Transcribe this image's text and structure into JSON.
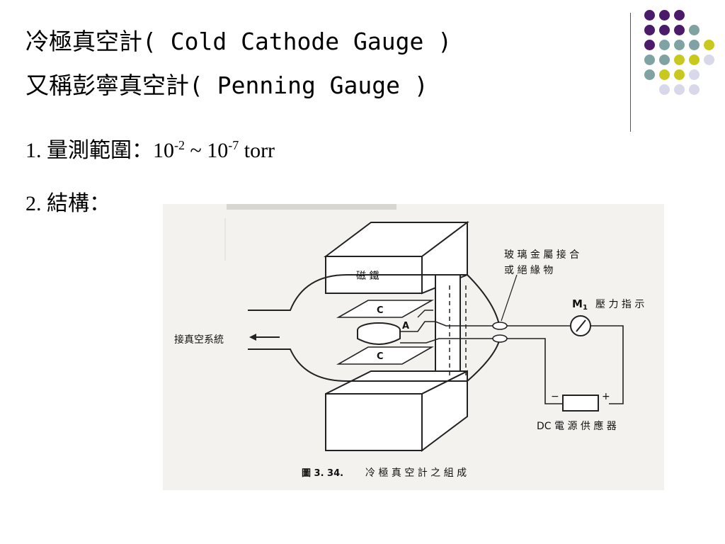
{
  "title": {
    "line1": "冷極真空計( Cold Cathode Gauge )",
    "line2": "又稱彭寧真空計( Penning Gauge )"
  },
  "bullets": {
    "range": {
      "prefix": "1. 量測範圍：10",
      "exp1": "-2",
      "mid": " ~ 10",
      "exp2": "-7",
      "unit": " torr"
    },
    "structure": "2. 結構："
  },
  "figure": {
    "labels": {
      "magnet": "磁 鐵",
      "cathode_top": "C",
      "cathode_bottom": "C",
      "anode": "A",
      "vacuum_system": "接真空系統",
      "glass_metal_seal_1": "玻 璃 金 屬 接 合",
      "glass_metal_seal_2": "或 絕 緣 物",
      "m1": "M",
      "m1_sub": "1",
      "pressure_indicator": "壓 力 指 示",
      "minus": "−",
      "plus": "+",
      "dc_supply": "DC 電 源 供 應 器",
      "caption_num": "圖 3. 34.",
      "caption_text": "冷 極 真 空 計 之 組 成"
    }
  },
  "decor": {
    "colors": {
      "purple": "#4b1a6b",
      "teal": "#7fa3a3",
      "yellow": "#c8c81e",
      "lavender": "#d8d8ea"
    },
    "grid": [
      [
        "purple",
        "purple",
        "purple",
        null,
        null
      ],
      [
        "purple",
        "purple",
        "purple",
        "teal",
        null
      ],
      [
        "purple",
        "teal",
        "teal",
        "teal",
        "yellow"
      ],
      [
        "teal",
        "teal",
        "yellow",
        "yellow",
        "lavender"
      ],
      [
        "teal",
        "yellow",
        "yellow",
        "lavender",
        null
      ],
      [
        null,
        "lavender",
        "lavender",
        "lavender",
        null
      ]
    ]
  }
}
